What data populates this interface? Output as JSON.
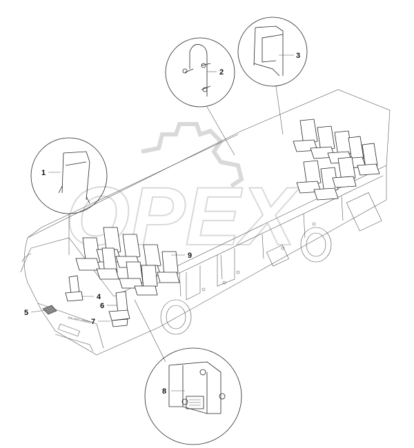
{
  "watermark": "OPEX",
  "bus_label": "SOLARIS URBINO",
  "callouts": [
    {
      "id": "1",
      "label": "1"
    },
    {
      "id": "2",
      "label": "2"
    },
    {
      "id": "3",
      "label": "3"
    },
    {
      "id": "4",
      "label": "4"
    },
    {
      "id": "5",
      "label": "5"
    },
    {
      "id": "6",
      "label": "6"
    },
    {
      "id": "7",
      "label": "7"
    },
    {
      "id": "8",
      "label": "8"
    },
    {
      "id": "9",
      "label": "9"
    }
  ]
}
